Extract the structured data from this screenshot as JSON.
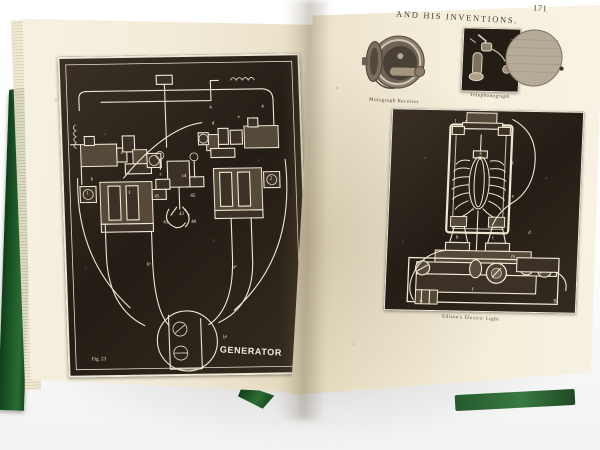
{
  "scene": {
    "subject": "open antique book photographed on white background",
    "binding_color": "#1d5a28",
    "paper_color": "#f3ecd9",
    "plate_ink_color": "#2a2218"
  },
  "left_page": {
    "plate": {
      "type": "engraved-schematic",
      "title_in_plate": "GENERATOR",
      "figure_label": "Fig. 23",
      "line_color": "#efe8d4",
      "background_color": "#2a2218",
      "part_labels": [
        "a",
        "b",
        "b²",
        "b³",
        "c",
        "c²",
        "c³",
        "c⁴",
        "d",
        "e",
        "g",
        "1",
        "2",
        "4",
        "41",
        "43",
        "45",
        "46"
      ]
    }
  },
  "right_page": {
    "running_head": "AND HIS INVENTIONS.",
    "folio": "171",
    "cuts": [
      {
        "name": "motograph-receiver",
        "caption": "Motograph Receiver"
      },
      {
        "name": "telephonograph",
        "caption": "Telephonograph"
      },
      {
        "name": "disc-plate",
        "caption": ""
      }
    ],
    "main_plate": {
      "caption": "Edison's Electric Light",
      "part_labels": [
        "A",
        "B",
        "c",
        "d",
        "e",
        "f",
        "g",
        "h",
        "i",
        "k",
        "l",
        "m",
        "n"
      ]
    }
  }
}
